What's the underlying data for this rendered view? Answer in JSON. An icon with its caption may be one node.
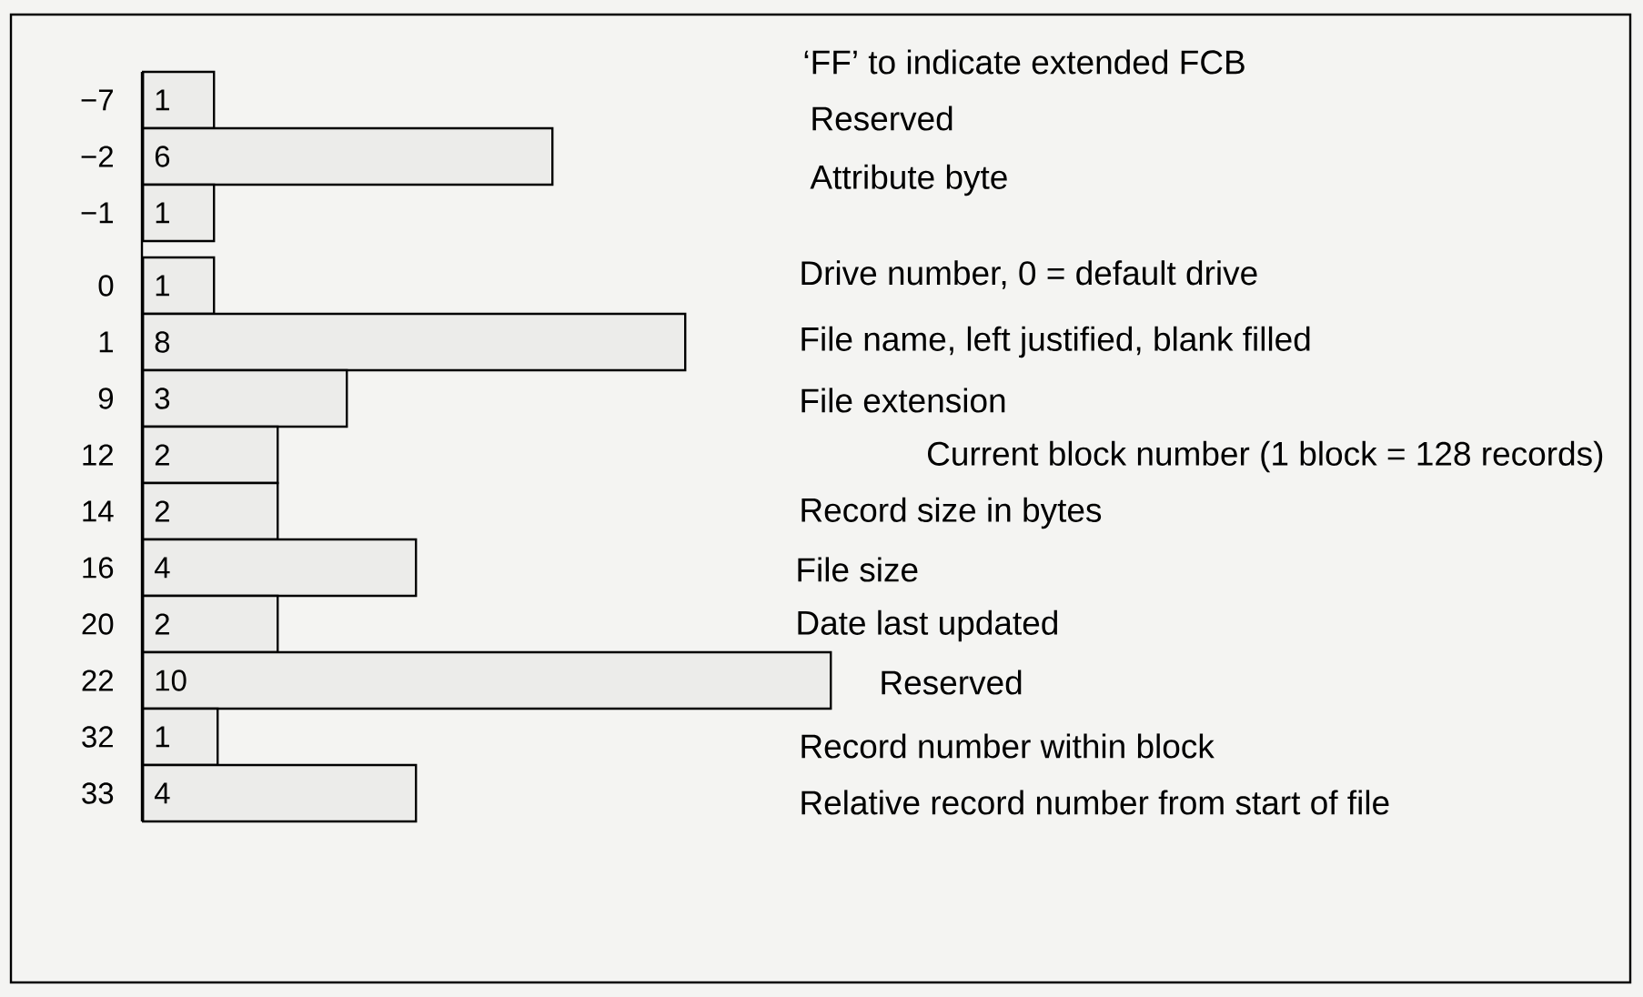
{
  "diagram": {
    "nodes": [
      {
        "text": [
          "1"
        ],
        "beside": [
          "−7"
        ]
      },
      {
        "text": [
          "6"
        ],
        "beside": [
          "−2"
        ]
      },
      {
        "text": [
          "1"
        ],
        "beside": [
          "−1"
        ]
      },
      {
        "text": [
          "1"
        ],
        "beside": [
          "0"
        ]
      },
      {
        "text": [
          "8"
        ],
        "beside": [
          "1"
        ]
      },
      {
        "text": [
          "3"
        ],
        "beside": [
          "9"
        ]
      },
      {
        "text": [
          "2"
        ],
        "beside": [
          "12"
        ]
      },
      {
        "text": [
          "2"
        ],
        "beside": [
          "14"
        ]
      },
      {
        "text": [
          "4"
        ],
        "beside": [
          "16"
        ]
      },
      {
        "text": [
          "2"
        ],
        "beside": [
          "20"
        ]
      },
      {
        "text": [
          "10"
        ],
        "beside": [
          "22"
        ]
      },
      {
        "text": [
          "1"
        ],
        "beside": [
          "32"
        ]
      },
      {
        "text": [
          "4"
        ],
        "beside": [
          "33"
        ]
      }
    ],
    "labels": [
      "‘FF’ to indicate extended FCB",
      "Reserved",
      "Attribute byte",
      "Drive number, 0 = default drive",
      "File name, left justified, blank filled",
      "File extension",
      "Current block number (1 block = 128 records)",
      "Record size in bytes",
      "File size",
      "Date last updated",
      "Reserved",
      "Record number within block",
      "Relative record number from start of file"
    ]
  }
}
